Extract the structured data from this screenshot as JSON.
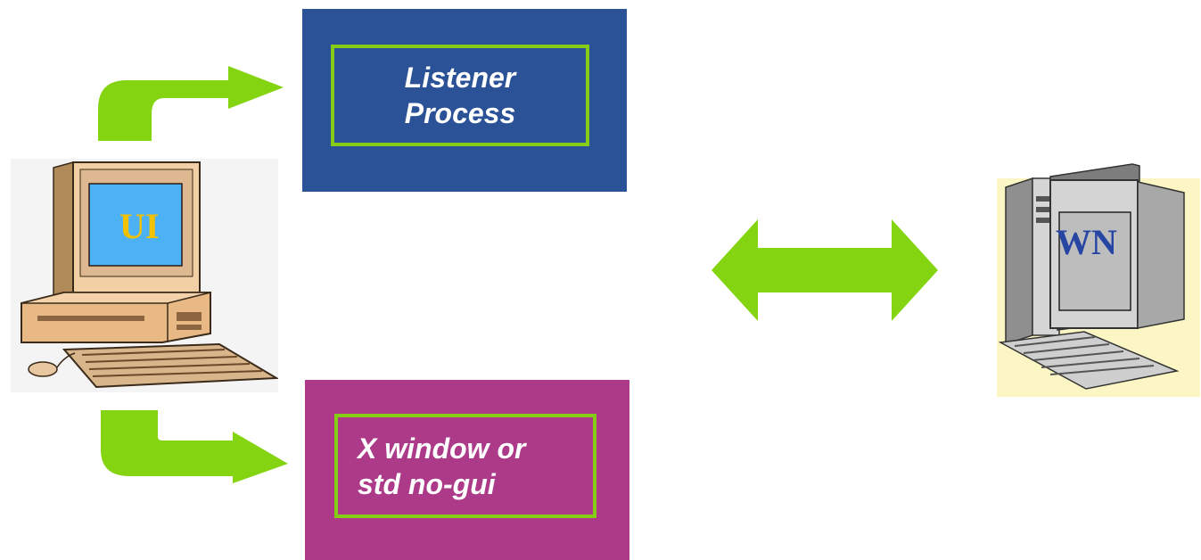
{
  "nodes": {
    "ui_workstation": {
      "label": "UI"
    },
    "worker_node": {
      "label": "WN"
    },
    "listener": {
      "line1": "Listener",
      "line2": "Process"
    },
    "x_window": {
      "line1": "X window or",
      "line2": "std no-gui"
    }
  },
  "icons": {
    "ui_workstation": "desktop-computer-icon",
    "worker_node": "tower-computer-icon",
    "top_arrow": "curved-arrow-right-icon",
    "bottom_arrow": "curved-arrow-right-icon",
    "link": "double-arrow-icon"
  },
  "colors": {
    "listener_box": "#2b5196",
    "x_window_box": "#ac3a88",
    "inner_border": "#84cc16",
    "arrows": "#84d411",
    "ui_label": "#f2c200",
    "wn_label": "#2746a3",
    "ui_screen": "#4db2f5",
    "wn_screen": "#bdbdbd",
    "box_text": "#ffffff"
  }
}
